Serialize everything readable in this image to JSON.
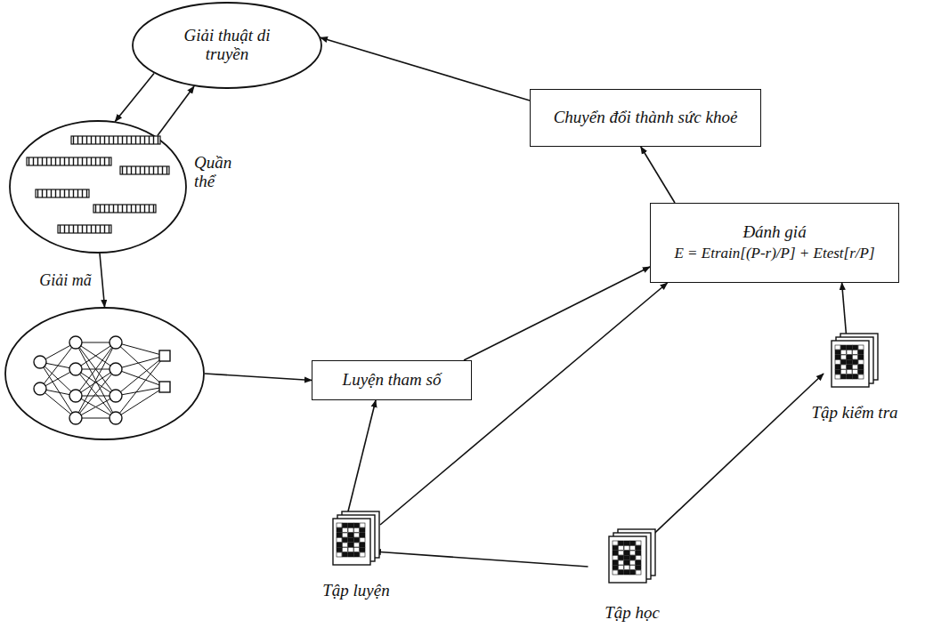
{
  "diagram": {
    "nodes": [
      {
        "text": [
          "Giải thuật di truyền"
        ]
      },
      {
        "text": [
          "Quần thể"
        ]
      },
      {
        "text": []
      },
      {
        "text": [
          "Luyện tham số"
        ]
      },
      {
        "text": [
          "Đánh giá",
          "E = Etrain[(P-r)/P] + Etest[r/P]"
        ]
      },
      {
        "text": [
          "Chuyển đổi thành sức khoẻ"
        ]
      },
      {
        "text": [
          "Tập luyện"
        ]
      },
      {
        "text": [
          "Tập kiểm tra"
        ]
      },
      {
        "text": [
          "Tập học"
        ]
      }
    ],
    "edges": [
      {
        "from": 0,
        "to": 1,
        "arrow": "to"
      },
      {
        "from": 1,
        "to": 0,
        "arrow": "to"
      },
      {
        "from": 1,
        "to": 2,
        "label": "Giải mã",
        "arrow": "to"
      },
      {
        "from": 2,
        "to": 3,
        "arrow": "to"
      },
      {
        "from": 3,
        "to": 4,
        "arrow": "to"
      },
      {
        "from": 6,
        "to": 3,
        "arrow": "to"
      },
      {
        "from": 6,
        "to": 4,
        "arrow": "to"
      },
      {
        "from": 7,
        "to": 4,
        "arrow": "to"
      },
      {
        "from": 8,
        "to": 6,
        "arrow": "to"
      },
      {
        "from": 8,
        "to": 7,
        "arrow": "to"
      },
      {
        "from": 4,
        "to": 5,
        "arrow": "to"
      },
      {
        "from": 5,
        "to": 0,
        "arrow": "to"
      }
    ]
  }
}
